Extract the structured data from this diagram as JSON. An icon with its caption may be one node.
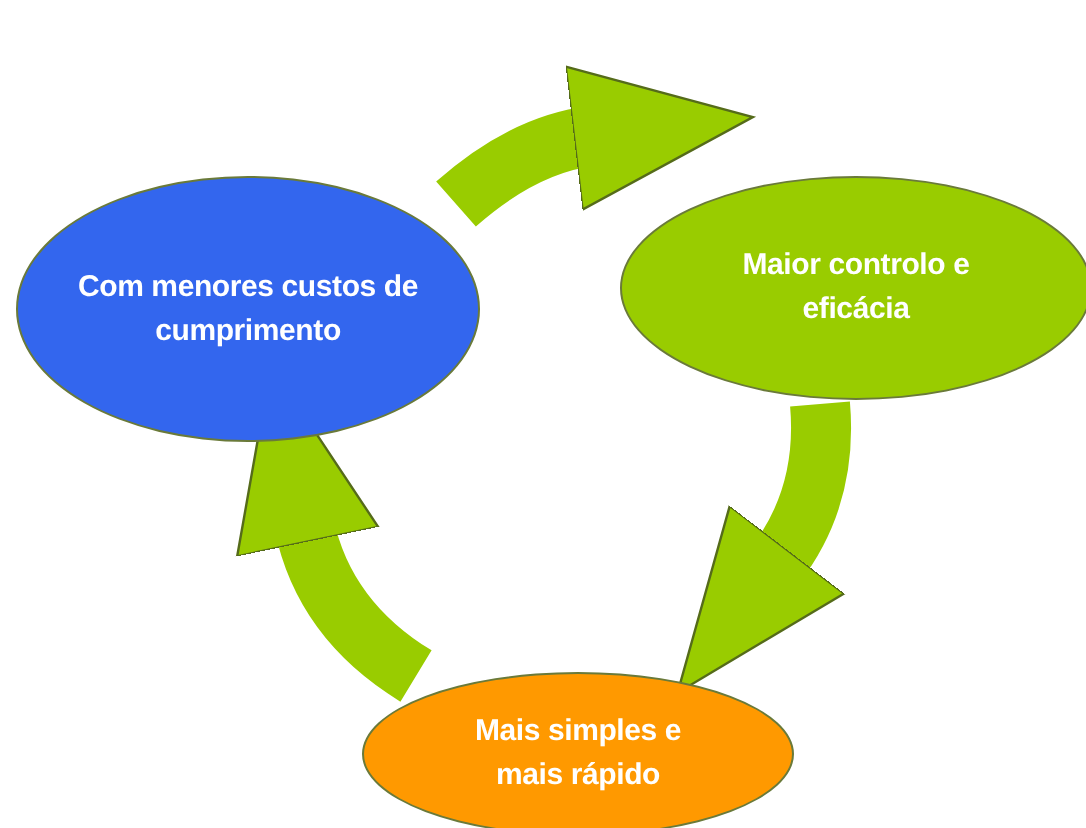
{
  "diagram": {
    "nodes": [
      {
        "text": [
          "Com menores custos de cumprimento"
        ]
      },
      {
        "text": [
          "Maior controlo e eficácia"
        ]
      },
      {
        "text": [
          "Mais simples e mais rápido"
        ]
      }
    ],
    "edges": [
      {
        "from": 0,
        "to": 1,
        "arrow": "to"
      },
      {
        "from": 1,
        "to": 2,
        "arrow": "to"
      },
      {
        "from": 2,
        "to": 0,
        "arrow": "to"
      }
    ]
  }
}
